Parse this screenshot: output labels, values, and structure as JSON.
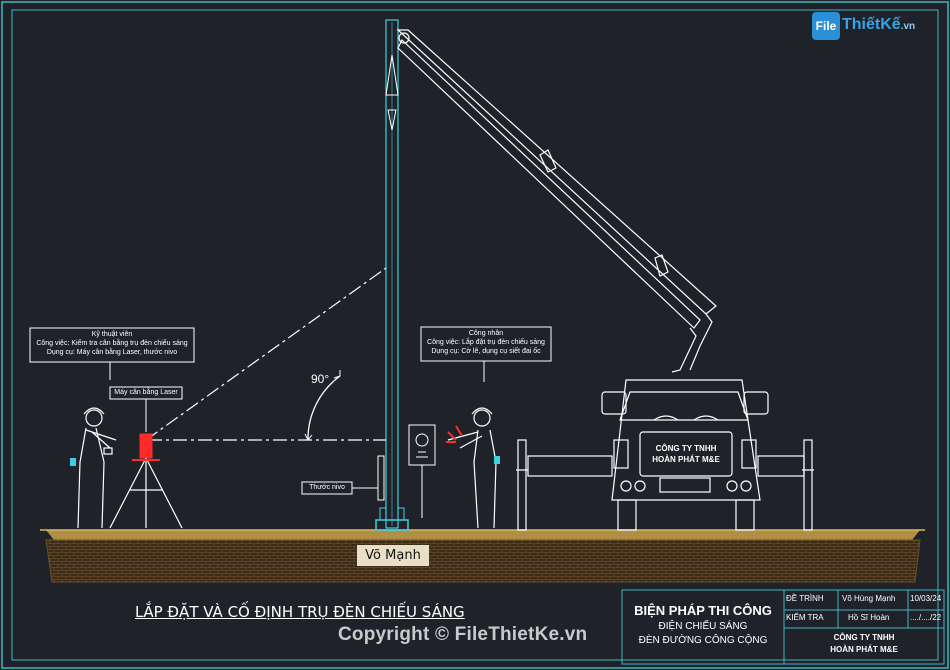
{
  "logo": {
    "badge": "File",
    "name": "ThiếtKế",
    "suffix": ".vn"
  },
  "technician": {
    "title": "Kỹ thuật viên",
    "task": "Công việc: Kiểm tra cân bằng trụ đèn chiếu sáng",
    "tools": "Dụng cụ: Máy cân bằng Laser, thước nivo"
  },
  "worker": {
    "title": "Công nhân",
    "task": "Công việc: Lắp đặt trụ đèn chiếu sáng",
    "tools": "Dụng cụ: Cờ lê, dụng cụ siết đai ốc"
  },
  "labels": {
    "laser": "Máy cân bằng Laser",
    "level": "Thước nivo",
    "angle": "90°",
    "truck_line1": "CÔNG TY TNHH",
    "truck_line2": "HOÀN PHÁT M&E",
    "author": "Võ Mạnh"
  },
  "drawing_title": "LẮP ĐẶT VÀ CỐ ĐỊNH TRỤ ĐÈN CHIẾU SÁNG",
  "copyright": "Copyright © FileThietKe.vn",
  "title_block": {
    "heading": "BIỆN PHÁP THI CÔNG",
    "sub1": "ĐIỆN CHIẾU SÁNG",
    "sub2": "ĐÈN ĐƯỜNG CÔNG CỘNG",
    "row1_label": "ĐỀ TRÌNH",
    "row1_name": "Võ Hùng Mạnh",
    "row1_date": "10/03/24",
    "row2_label": "KIỂM TRA",
    "row2_name": "Hồ Sĩ Hoàn",
    "row2_date": "..../..../22",
    "company1": "CÔNG TY TNHH",
    "company2": "HOÀN PHÁT M&E"
  },
  "colors": {
    "frame": "#3fb6c6",
    "line": "#ffffff",
    "pole": "#3fd0e0",
    "laser": "#ff2a2a",
    "ground": "#8a6a2e"
  }
}
